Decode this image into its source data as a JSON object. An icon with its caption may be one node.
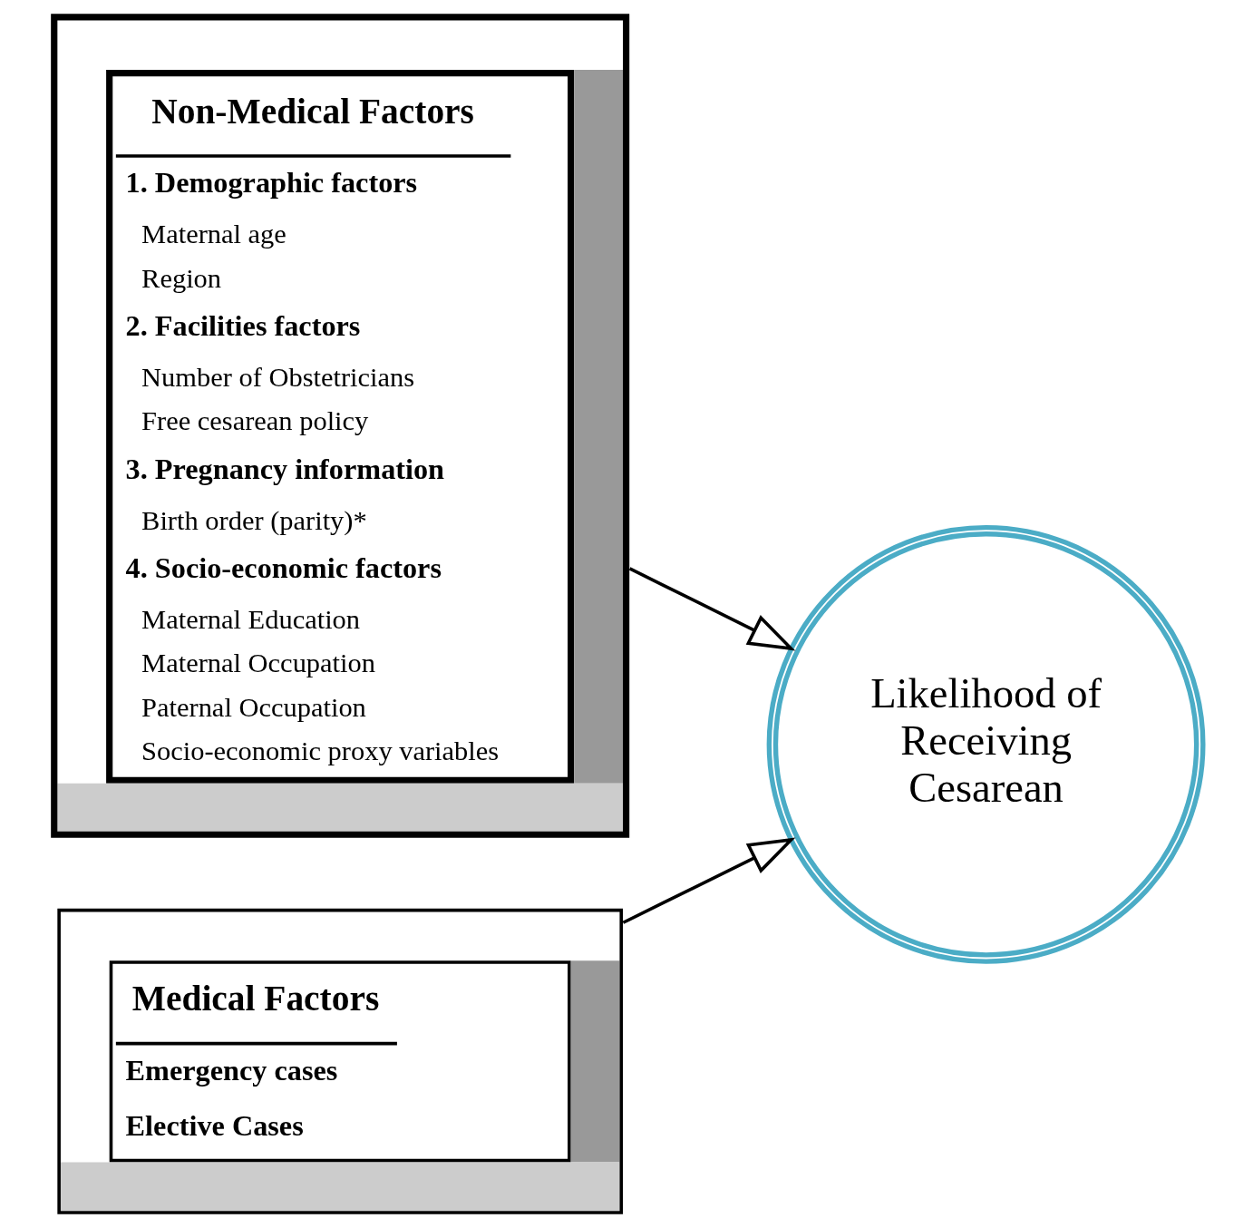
{
  "diagram": {
    "nodes": [
      {
        "text": [
          "Non-Medical Factors",
          "1. Demographic factors",
          "Maternal age",
          "Region",
          "2. Facilities factors",
          "Number of Obstetricians",
          "Free cesarean policy",
          "3. Pregnancy information",
          "Birth order (parity)*",
          "4. Socio-economic factors",
          "Maternal Education",
          "Maternal Occupation",
          "Paternal Occupation",
          "Socio-economic proxy variables"
        ]
      },
      {
        "text": [
          "Medical Factors",
          "Emergency cases",
          "Elective Cases"
        ]
      },
      {
        "text": [
          "Likelihood of Receiving Cesarean"
        ]
      }
    ],
    "edges": [
      {
        "from": 1,
        "to": 2,
        "arrow": "to"
      },
      {
        "from": 0,
        "to": 2,
        "arrow": "to"
      }
    ]
  }
}
